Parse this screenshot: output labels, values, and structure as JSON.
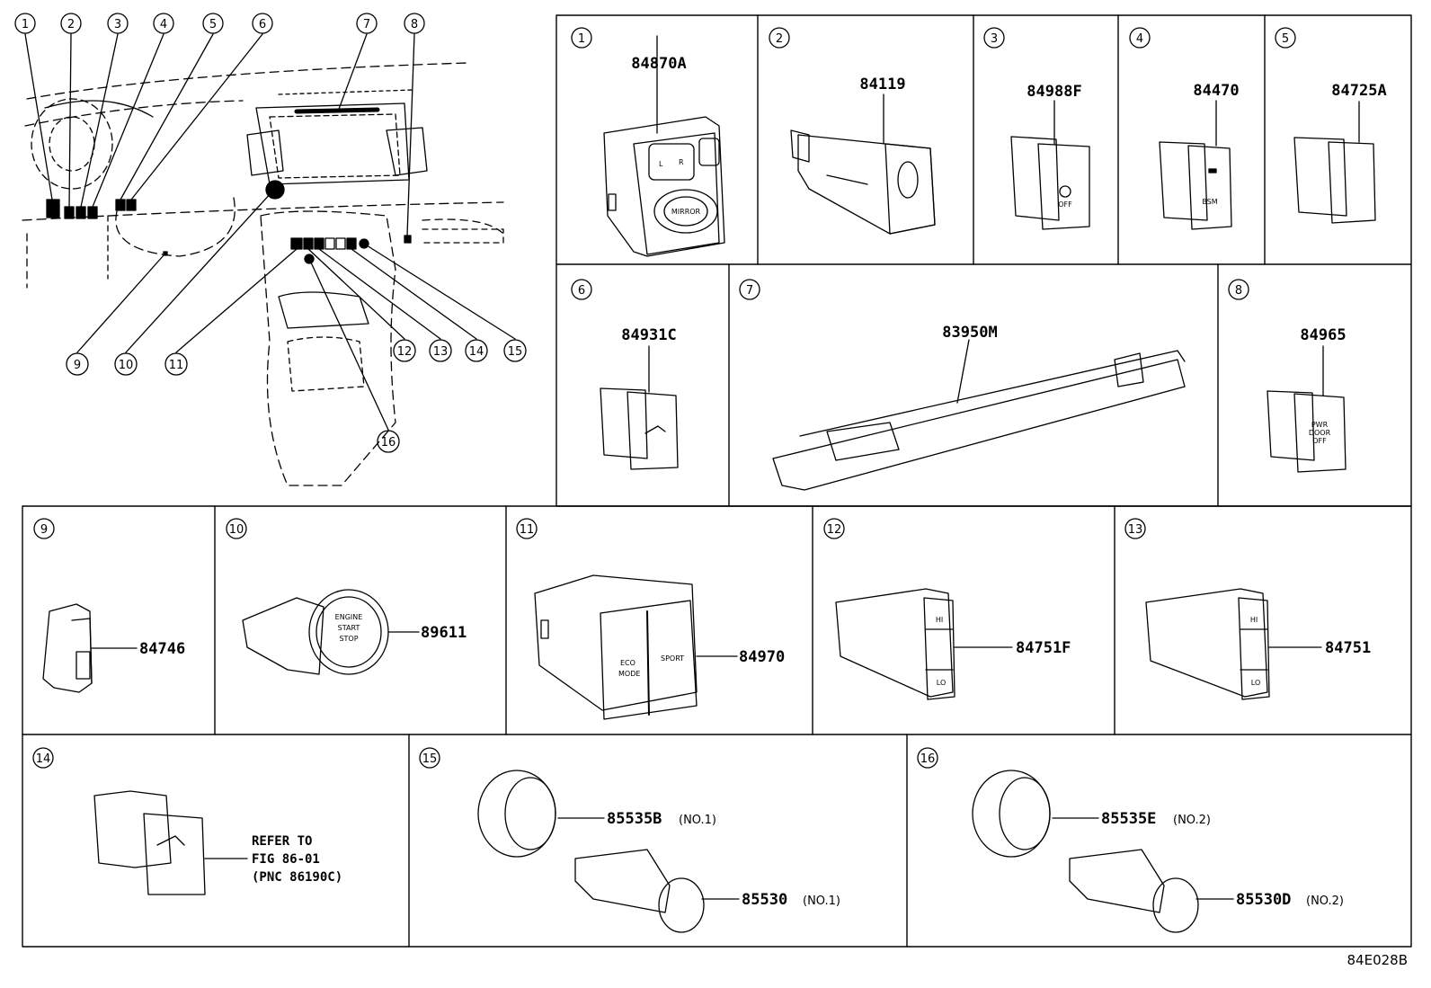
{
  "diagram_code": "84E028B",
  "callouts": [
    "1",
    "2",
    "3",
    "4",
    "5",
    "6",
    "7",
    "8",
    "9",
    "10",
    "11",
    "12",
    "13",
    "14",
    "15",
    "16"
  ],
  "cells": {
    "c1": {
      "callout": "1",
      "part": "84870A",
      "labels": {
        "mirror": "MIRROR",
        "l": "L",
        "r": "R"
      }
    },
    "c2": {
      "callout": "2",
      "part": "84119"
    },
    "c3": {
      "callout": "3",
      "part": "84988F",
      "labels": {
        "off": "OFF"
      }
    },
    "c4": {
      "callout": "4",
      "part": "84470",
      "labels": {
        "bsm": "BSM"
      }
    },
    "c5": {
      "callout": "5",
      "part": "84725A"
    },
    "c6": {
      "callout": "6",
      "part": "84931C"
    },
    "c7": {
      "callout": "7",
      "part": "83950M"
    },
    "c8": {
      "callout": "8",
      "part": "84965",
      "labels": {
        "l1": "PWR",
        "l2": "DOOR",
        "l3": "OFF"
      }
    },
    "c9": {
      "callout": "9",
      "part": "84746"
    },
    "c10": {
      "callout": "10",
      "part": "89611",
      "labels": {
        "engine": "ENGINE",
        "start": "START",
        "stop": "STOP"
      }
    },
    "c11": {
      "callout": "11",
      "part": "84970",
      "labels": {
        "eco": "ECO",
        "mode": "MODE",
        "sport": "SPORT"
      }
    },
    "c12": {
      "callout": "12",
      "part": "84751F",
      "labels": {
        "hi": "HI",
        "lo": "LO"
      }
    },
    "c13": {
      "callout": "13",
      "part": "84751",
      "labels": {
        "hi": "HI",
        "lo": "LO"
      }
    },
    "c14": {
      "callout": "14",
      "refer": [
        "REFER TO",
        "FIG 86-01",
        "(PNC 86190C)"
      ]
    },
    "c15": {
      "callout": "15",
      "parts": [
        {
          "part": "85535B",
          "note": "(NO.1)"
        },
        {
          "part": "85530",
          "note": "(NO.1)"
        }
      ]
    },
    "c16": {
      "callout": "16",
      "parts": [
        {
          "part": "85535E",
          "note": "(NO.2)"
        },
        {
          "part": "85530D",
          "note": "(NO.2)"
        }
      ]
    }
  }
}
